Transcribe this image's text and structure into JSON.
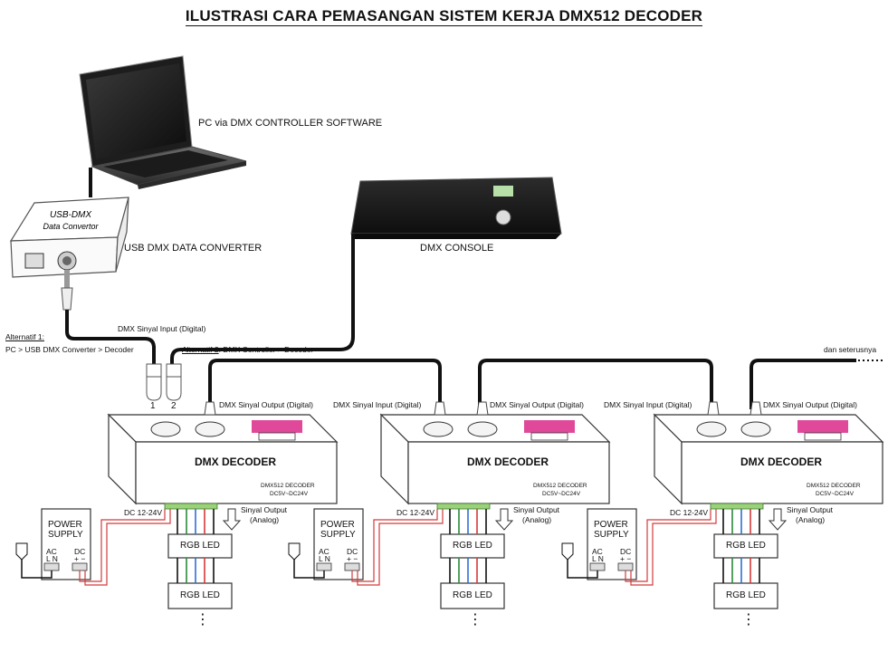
{
  "title": "ILUSTRASI CARA PEMASANGAN SISTEM KERJA DMX512 DECODER",
  "labels": {
    "pc": "PC via DMX CONTROLLER SOFTWARE",
    "usb_converter": "USB DMX DATA CONVERTER",
    "usb_box_line1": "USB-DMX",
    "usb_box_line2": "Data Convertor",
    "console": "DMX CONSOLE",
    "alt1_title": "Alternatif 1:",
    "alt1_desc": "PC > USB DMX Converter > Decoder",
    "alt2_title": "Alternatif 2",
    "alt2_desc": ": DMX Controller > Decoder",
    "dmx_input": "DMX Sinyal Input (Digital)",
    "dmx_output": "DMX Sinyal Output (Digital)",
    "etc": "dan seterusnya",
    "port1": "1",
    "port2": "2",
    "decoder": "DMX DECODER",
    "decoder_side1": "DMX512  DECODER",
    "decoder_side2": "DC5V~DC24V",
    "dc_voltage": "DC 12-24V",
    "signal_out_1": "Sinyal Output",
    "signal_out_2": "(Analog)",
    "power_supply_1": "POWER",
    "power_supply_2": "SUPPLY",
    "ps_ac": "AC",
    "ps_ln": "L  N",
    "ps_dc": "DC",
    "ps_pm": "+ −",
    "rgb_led": "RGB LED",
    "dots": "⋮"
  },
  "wire_colors": [
    "#111111",
    "#2a8a3a",
    "#2f6fd6",
    "#d63a3a",
    "#111111"
  ],
  "power_wire_color": "#d23b3b"
}
